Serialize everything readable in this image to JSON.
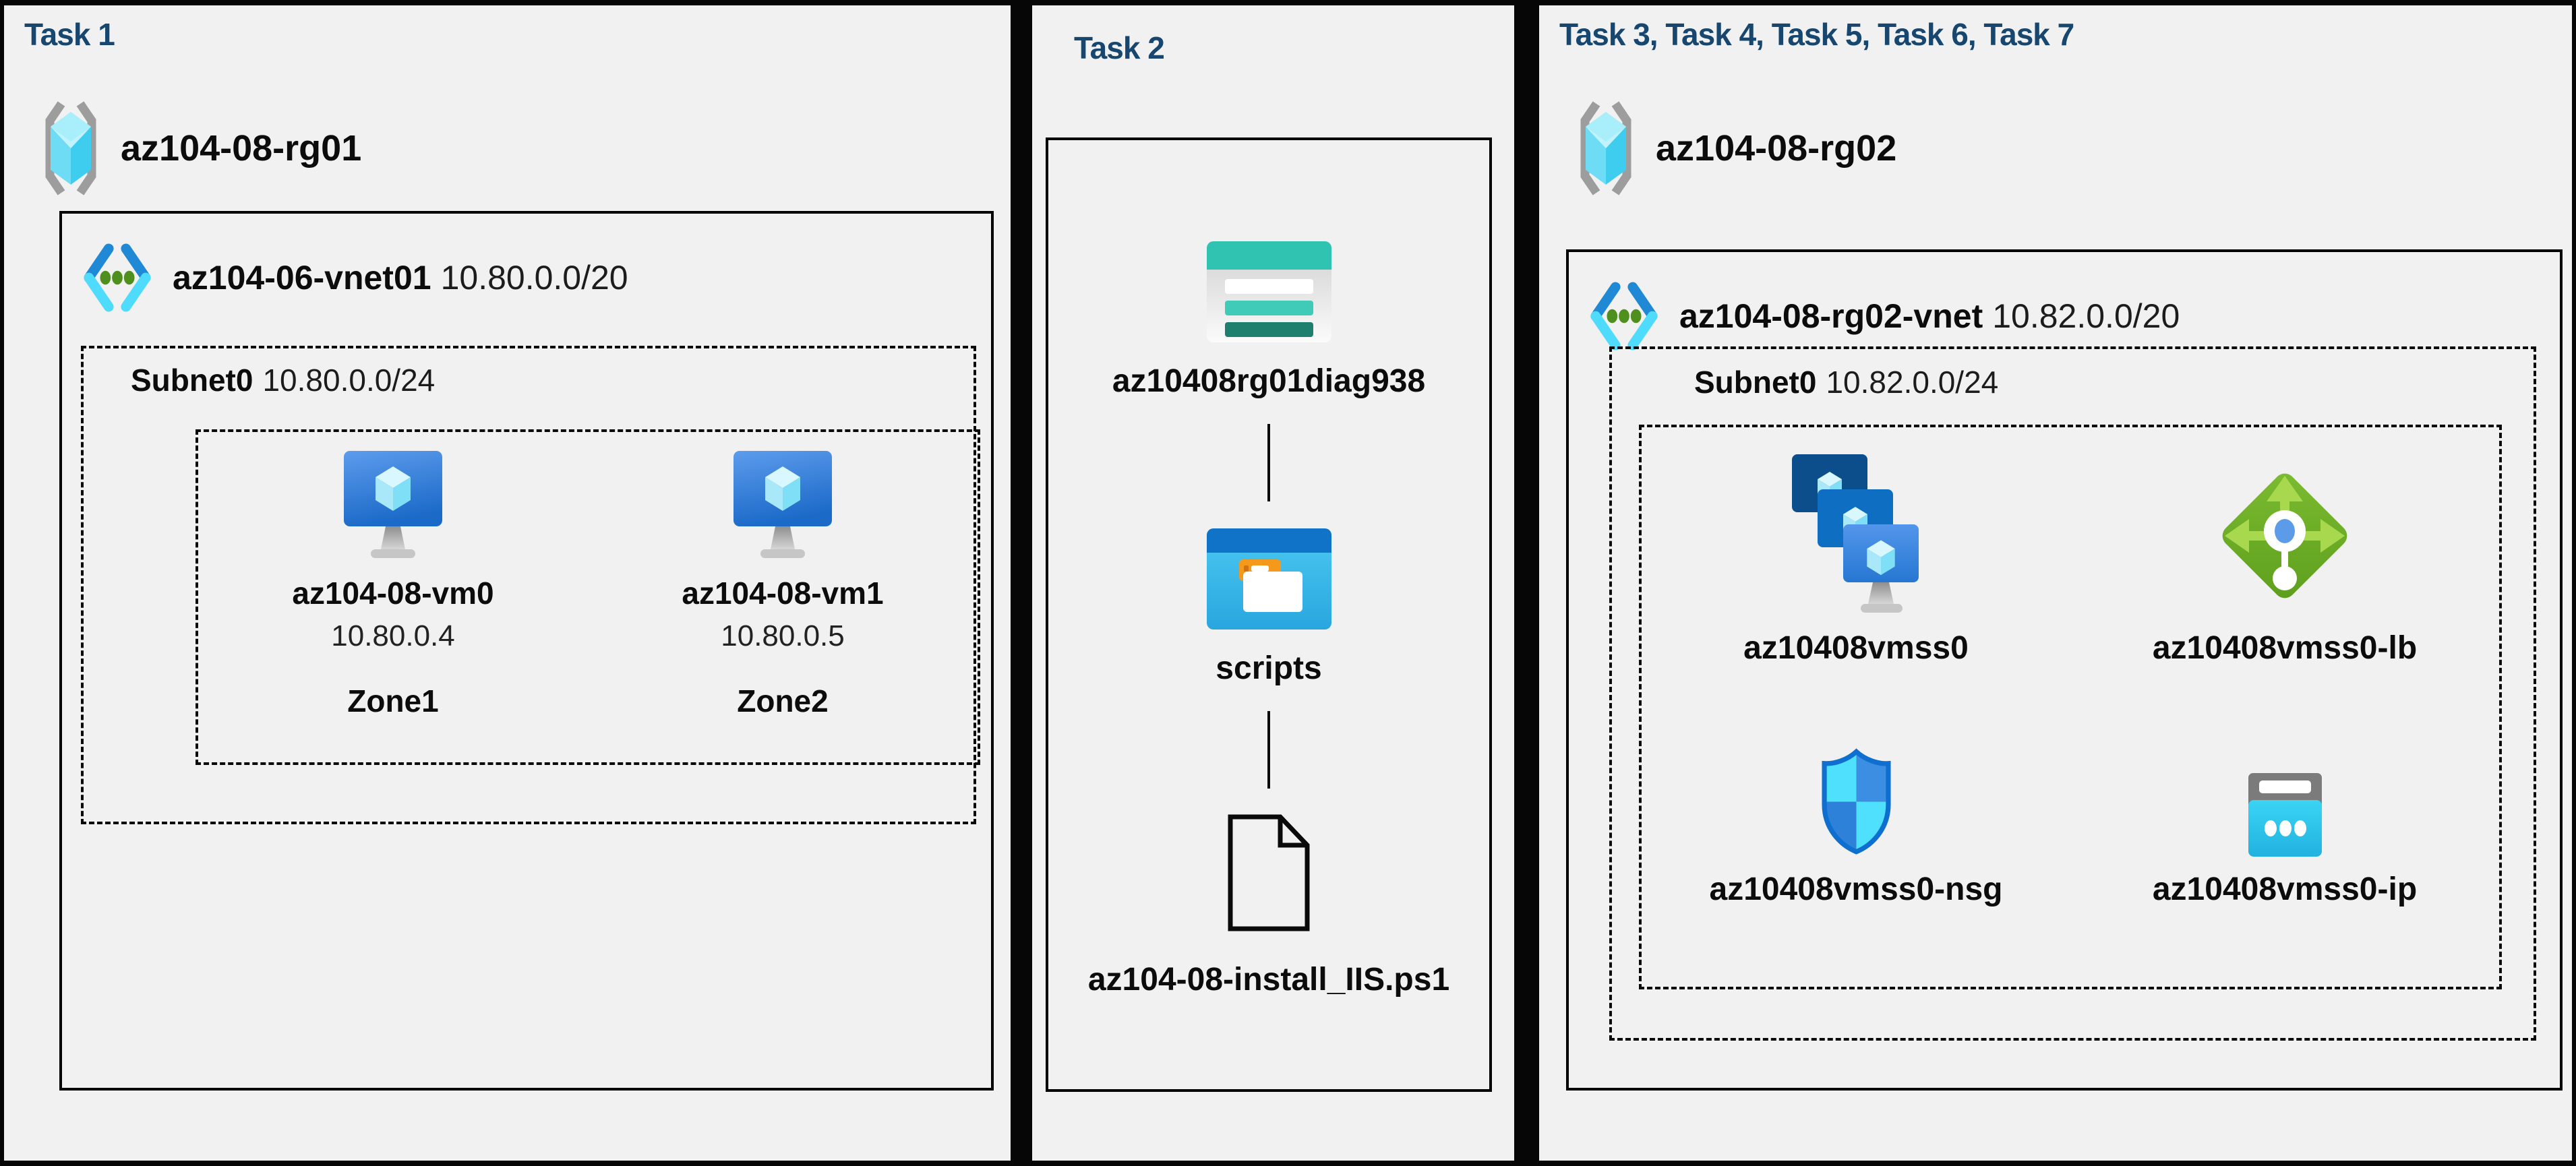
{
  "page": {
    "background": "#060606",
    "panel_background": "#f1f1f2",
    "title_color": "#17466E",
    "line_color": "#000000"
  },
  "panels": [
    {
      "title": "Task 1",
      "resource_group": {
        "icon": "resource-group-icon",
        "name": "az104-08-rg01"
      },
      "vnet": {
        "icon": "virtual-network-icon",
        "name": "az104-06-vnet01",
        "cidr": "10.80.0.0/20"
      },
      "subnet": {
        "name": "Subnet0",
        "cidr": "10.80.0.0/24"
      },
      "vms": [
        {
          "icon": "virtual-machine-icon",
          "name": "az104-08-vm0",
          "ip": "10.80.0.4",
          "zone": "Zone1"
        },
        {
          "icon": "virtual-machine-icon",
          "name": "az104-08-vm1",
          "ip": "10.80.0.5",
          "zone": "Zone2"
        }
      ]
    },
    {
      "title": "Task 2",
      "chain": [
        {
          "icon": "storage-account-icon",
          "name": "az10408rg01diag938"
        },
        {
          "icon": "blob-container-icon",
          "name": "scripts"
        },
        {
          "icon": "script-file-icon",
          "name": "az104-08-install_IIS.ps1"
        }
      ]
    },
    {
      "title": "Task 3, Task 4, Task 5, Task 6, Task 7",
      "resource_group": {
        "icon": "resource-group-icon",
        "name": "az104-08-rg02"
      },
      "vnet": {
        "icon": "virtual-network-icon",
        "name": "az104-08-rg02-vnet",
        "cidr": "10.82.0.0/20"
      },
      "subnet": {
        "name": "Subnet0",
        "cidr": "10.82.0.0/24"
      },
      "resources": [
        {
          "icon": "vm-scale-set-icon",
          "name": "az10408vmss0"
        },
        {
          "icon": "load-balancer-icon",
          "name": "az10408vmss0-lb"
        },
        {
          "icon": "network-security-group-icon",
          "name": "az10408vmss0-nsg"
        },
        {
          "icon": "public-ip-icon",
          "name": "az10408vmss0-ip"
        }
      ]
    }
  ]
}
